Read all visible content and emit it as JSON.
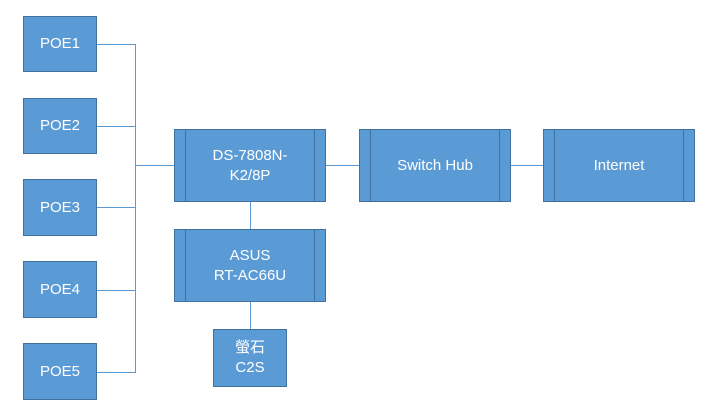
{
  "diagram": {
    "line_color": "#5b9bd5",
    "box_fill": "#5b9bd5",
    "box_border": "#41719c",
    "nodes": {
      "poe1": "POE1",
      "poe2": "POE2",
      "poe3": "POE3",
      "poe4": "POE4",
      "poe5": "POE5",
      "nvr": "DS-7808N-\nK2/8P",
      "switch": "Switch Hub",
      "internet": "Internet",
      "router": "ASUS\nRT-AC66U",
      "camera": "螢石\nC2S"
    },
    "edges": [
      [
        "poe1",
        "nvr"
      ],
      [
        "poe2",
        "nvr"
      ],
      [
        "poe3",
        "nvr"
      ],
      [
        "poe4",
        "nvr"
      ],
      [
        "poe5",
        "nvr"
      ],
      [
        "nvr",
        "switch"
      ],
      [
        "switch",
        "internet"
      ],
      [
        "nvr",
        "router"
      ],
      [
        "router",
        "camera"
      ]
    ]
  }
}
